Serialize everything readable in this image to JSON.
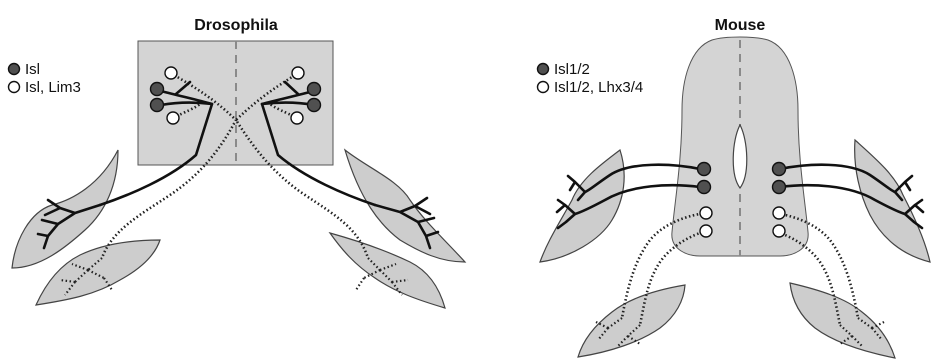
{
  "panels": {
    "drosophila": {
      "title": "Drosophila",
      "legend": {
        "filled_label": "Isl",
        "open_label": "Isl, Lim3"
      }
    },
    "mouse": {
      "title": "Mouse",
      "legend": {
        "filled_label": "Isl1/2",
        "open_label": "Isl1/2, Lhx3/4"
      }
    }
  },
  "colors": {
    "cord_fill": "#d4d4d4",
    "muscle_fill": "#cdcdcd",
    "filled_cell": "#505050",
    "open_cell": "#ffffff",
    "axon": "#111111"
  }
}
